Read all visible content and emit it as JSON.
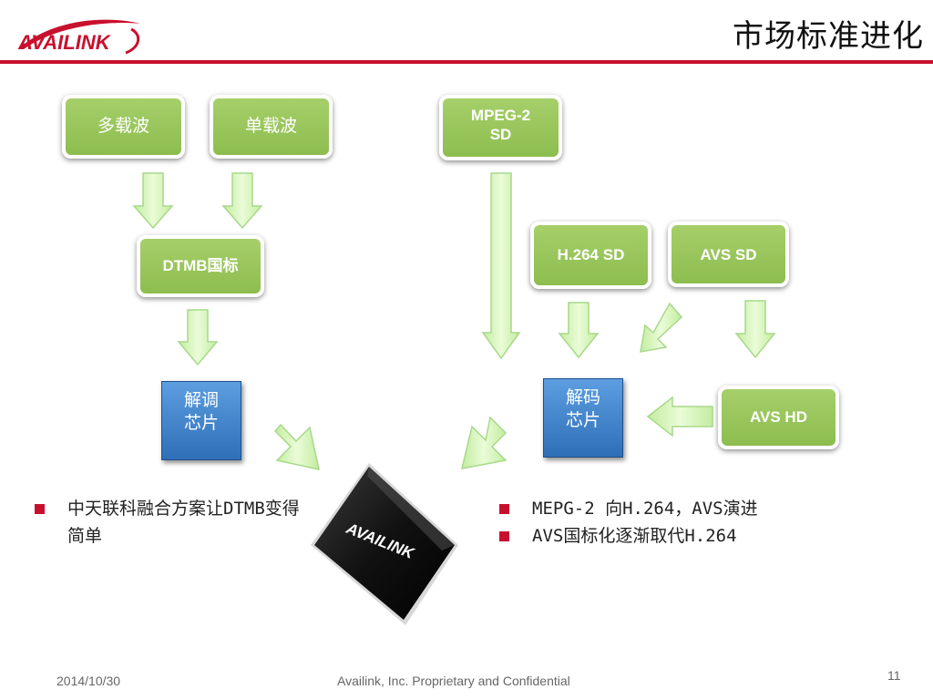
{
  "header": {
    "logo_text": "AVAILINK",
    "title": "市场标准进化"
  },
  "diagram": {
    "multi_carrier": "多载波",
    "single_carrier": "单载波",
    "dtmb_national": "DTMB国标",
    "mpeg2_line1": "MPEG-2",
    "mpeg2_line2": "SD",
    "h264_sd": "H.264 SD",
    "avs_sd": "AVS SD",
    "avs_hd": "AVS HD",
    "demod_line1": "解调",
    "demod_line2": "芯片",
    "decode_line1": "解码",
    "decode_line2": "芯片",
    "chip_logo_text": "AVAILINK"
  },
  "bullets_left": [
    "中天联科融合方案让DTMB变得简单"
  ],
  "bullets_right": [
    "MEPG-2 向H.264，AVS演进",
    "AVS国标化逐渐取代H.264"
  ],
  "footer": {
    "date": "2014/10/30",
    "confidential": "Availink, Inc. Proprietary and Confidential",
    "page_number": "11"
  },
  "colors": {
    "accent_red": "#c8102e",
    "box_green": "#8dbd4f",
    "chip_blue": "#2f6fb8",
    "arrow_green": "#d6f5b3"
  }
}
